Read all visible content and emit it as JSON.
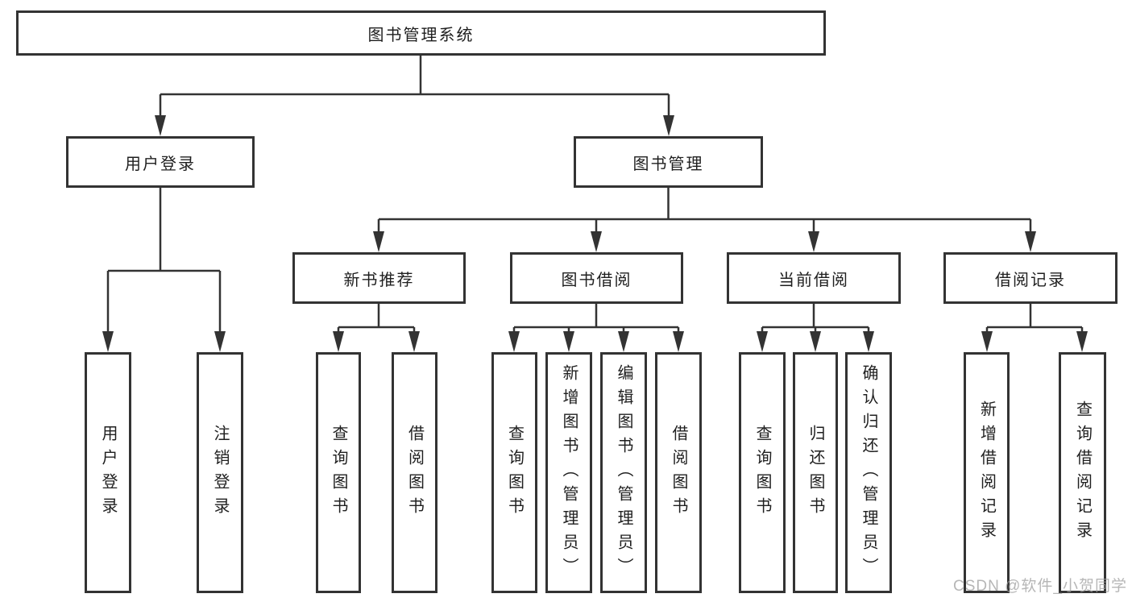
{
  "diagram": {
    "colors": {
      "line": "#333333",
      "box_border": "#333333",
      "text": "#1f1f1f",
      "watermark": "#9e9e9e",
      "background": "#ffffff"
    },
    "watermark": "CSDN @软件_小贺同学",
    "tree": {
      "root": {
        "label": "图书管理系统",
        "children": [
          {
            "label": "用户登录",
            "children": [
              {
                "label": "用户登录"
              },
              {
                "label": "注销登录"
              }
            ]
          },
          {
            "label": "图书管理",
            "children": [
              {
                "label": "新书推荐",
                "children": [
                  {
                    "label": "查询图书"
                  },
                  {
                    "label": "借阅图书"
                  }
                ]
              },
              {
                "label": "图书借阅",
                "children": [
                  {
                    "label": "查询图书"
                  },
                  {
                    "label": "新增图书（管理员）"
                  },
                  {
                    "label": "编辑图书（管理员）"
                  },
                  {
                    "label": "借阅图书"
                  }
                ]
              },
              {
                "label": "当前借阅",
                "children": [
                  {
                    "label": "查询图书"
                  },
                  {
                    "label": "归还图书"
                  },
                  {
                    "label": "确认归还（管理员）"
                  }
                ]
              },
              {
                "label": "借阅记录",
                "children": [
                  {
                    "label": "新增借阅记录"
                  },
                  {
                    "label": "查询借阅记录"
                  }
                ]
              }
            ]
          }
        ]
      }
    }
  }
}
